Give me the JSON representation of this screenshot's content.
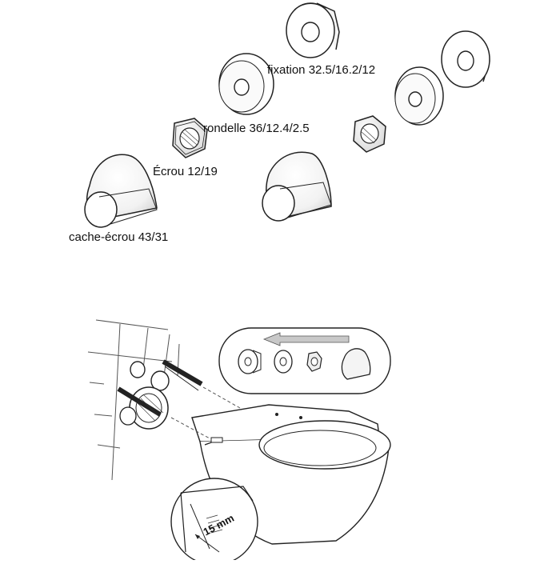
{
  "labels": {
    "fixation": "fixation 32.5/16.2/12",
    "rondelle": "rondelle 36/12.4/2.5",
    "ecrou": "Écrou 12/19",
    "cache_ecrou": "cache-écrou 43/31",
    "measure": "15 mm"
  },
  "colors": {
    "stroke": "#222222",
    "fill": "#ffffff",
    "arrow_fill": "#c8c8c8"
  },
  "icons": {
    "fixation": "flanged-bushing-icon",
    "rondelle": "flat-washer-icon",
    "ecrou": "hex-nut-icon",
    "cache_ecrou": "cone-cap-icon"
  }
}
